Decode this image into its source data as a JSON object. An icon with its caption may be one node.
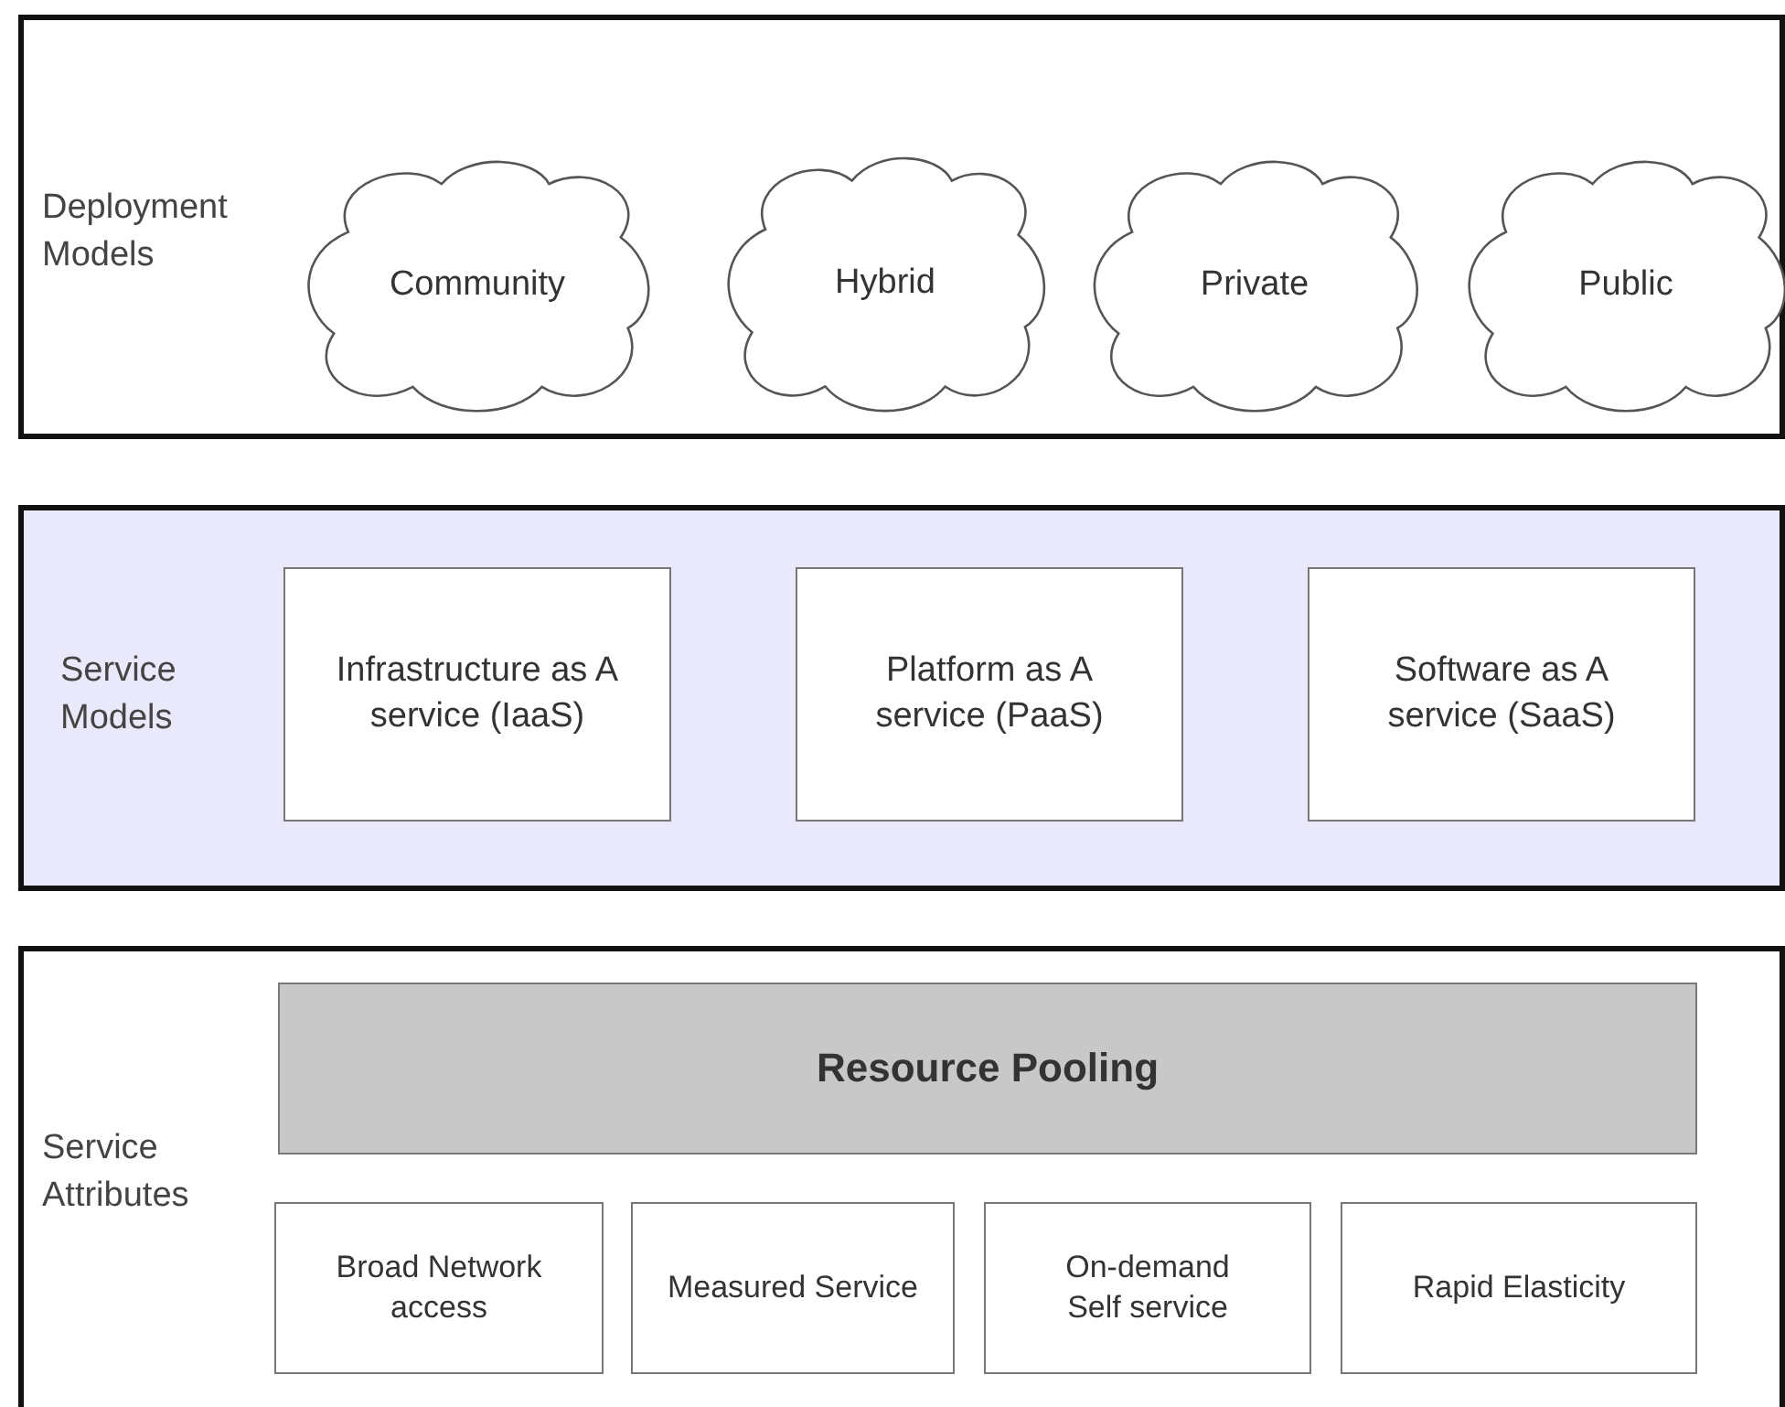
{
  "diagram": {
    "nodes": [
      {
        "text": [
          "Deployment Models"
        ]
      },
      {
        "text": [
          "Community"
        ],
        "in": 0
      },
      {
        "text": [
          "Hybrid"
        ],
        "in": 0
      },
      {
        "text": [
          "Private"
        ],
        "in": 0
      },
      {
        "text": [
          "Public"
        ],
        "in": 0
      },
      {
        "text": [
          "Service Models"
        ]
      },
      {
        "text": [
          "Infrastructure as A service (IaaS)"
        ],
        "in": 5
      },
      {
        "text": [
          "Platform as A service (PaaS)"
        ],
        "in": 5
      },
      {
        "text": [
          "Software as A service (SaaS)"
        ],
        "in": 5
      },
      {
        "text": [
          "Service Attributes"
        ]
      },
      {
        "text": [
          "Resource Pooling"
        ],
        "in": 9
      },
      {
        "text": [
          "Broad Network access"
        ],
        "in": 9
      },
      {
        "text": [
          "Measured Service"
        ],
        "in": 9
      },
      {
        "text": [
          "On-demand Self service"
        ],
        "in": 9
      },
      {
        "text": [
          "Rapid Elasticity"
        ],
        "in": 9
      }
    ]
  }
}
